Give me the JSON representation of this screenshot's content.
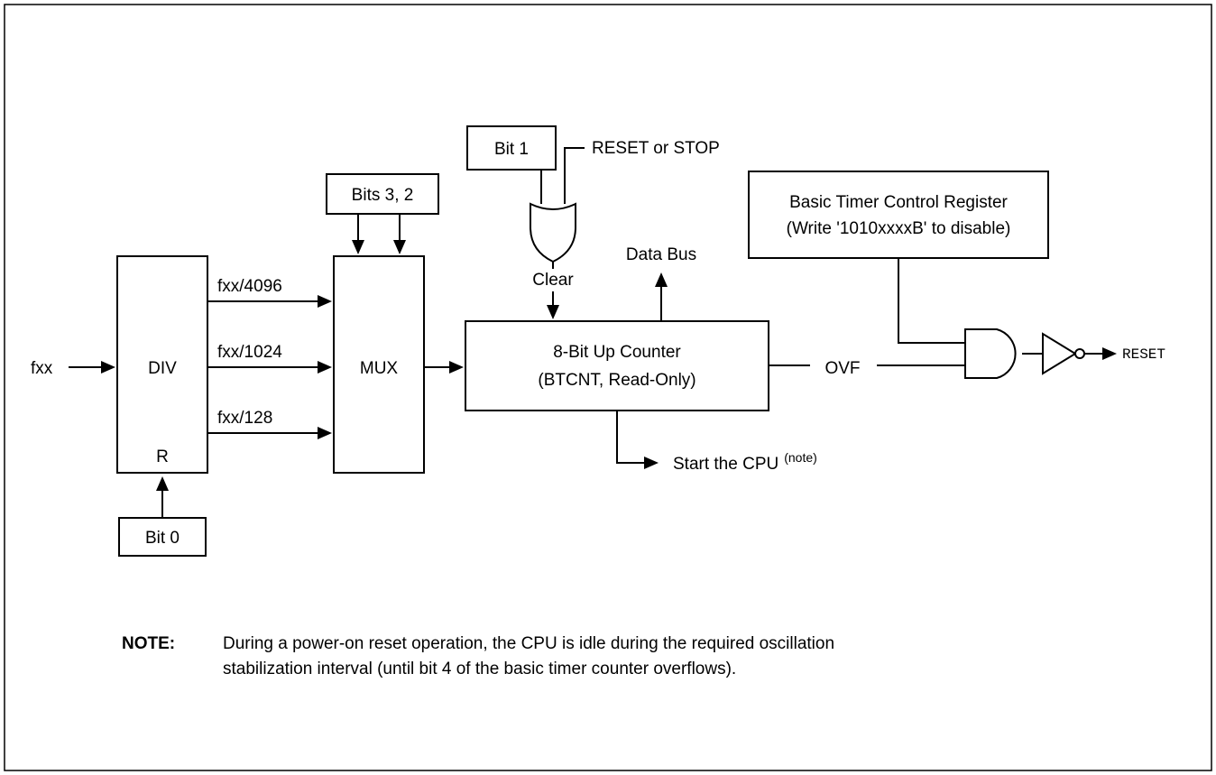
{
  "blocks": {
    "div": {
      "label": "DIV",
      "reset_label": "R"
    },
    "mux": {
      "label": "MUX"
    },
    "counter": {
      "line1": "8-Bit Up Counter",
      "line2": "(BTCNT, Read-Only)"
    },
    "btcon": {
      "line1": "Basic Timer Control Register",
      "line2": "(Write '1010xxxxB' to disable)"
    },
    "bit0": {
      "label": "Bit 0"
    },
    "bit1": {
      "label": "Bit 1"
    },
    "bits32": {
      "label": "Bits 3, 2"
    }
  },
  "signals": {
    "input": "fxx",
    "div_4096": "fxx/4096",
    "div_1024": "fxx/1024",
    "div_128": "fxx/128",
    "reset_stop": "RESET or STOP",
    "clear": "Clear",
    "data_bus": "Data Bus",
    "ovf": "OVF",
    "reset_out": "RESET",
    "start_cpu": "Start the CPU",
    "start_cpu_note": "(note)"
  },
  "note": {
    "heading": "NOTE:",
    "line1": "During a power-on reset operation, the CPU is idle during the required oscillation",
    "line2": "stabilization interval (until bit 4 of the basic timer counter overflows)."
  }
}
